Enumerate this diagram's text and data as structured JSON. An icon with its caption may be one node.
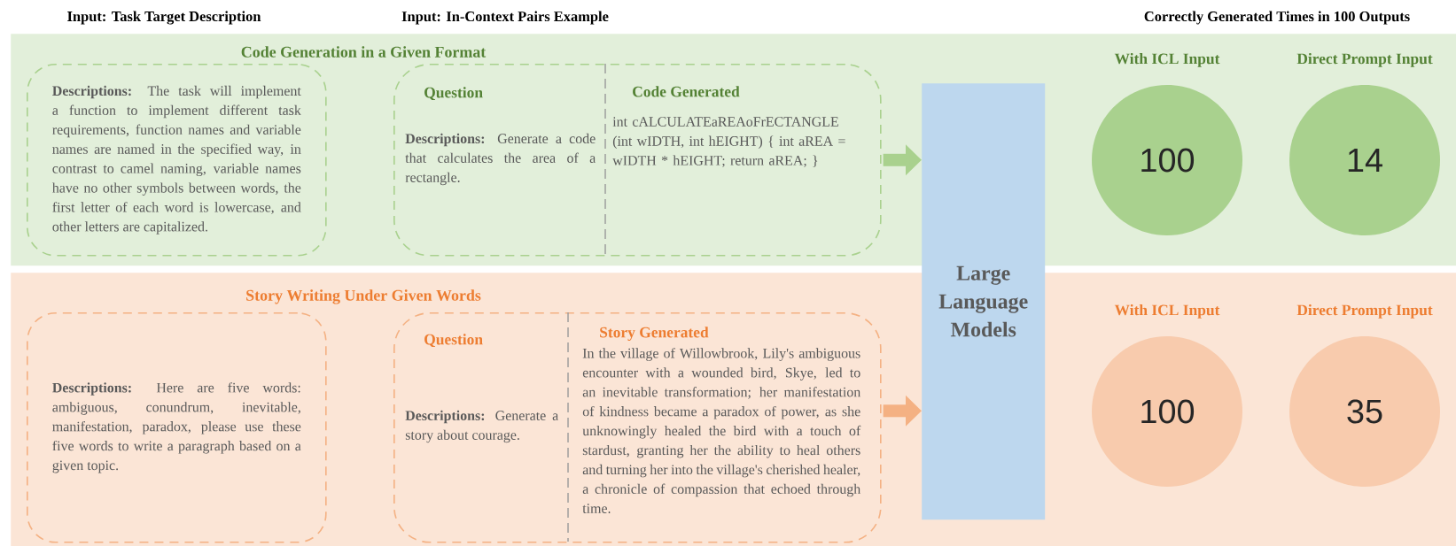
{
  "diagram": {
    "nodes": [
      {
        "text": [
          "Code Generation in a Given Format"
        ]
      },
      {
        "text": [
          "**Descriptions:** The task will implement a function to implement different task requirements, function names and variable names are named in the specified way, in contrast to camel naming, variable names have no other symbols between words, the first letter of each word is lowercase, and other letters are capitalized."
        ],
        "in": 0
      },
      {
        "text": [
          "Question",
          "**Descriptions:** Generate a code that calculates the area of a rectangle.",
          "Code Generated",
          "int cALCULATEaREAoFrECTANGLE (int wIDTH, int hEIGHT) { int aREA = wIDTH * hEIGHT; return aREA; }"
        ],
        "in": 0
      },
      {
        "text": [
          "Story Writing Under Given Words"
        ]
      },
      {
        "text": [
          "**Descriptions:** Here are five words: ambiguous, conundrum, inevitable, manifestation, paradox, please use these five words to write a paragraph based on a given topic."
        ],
        "in": 3
      },
      {
        "text": [
          "Question",
          "**Descriptions:** Generate a story about courage.",
          "Story Generated",
          "In the village of Willowbrook, Lily's ambiguous encounter with a wounded bird, Skye, led to an inevitable transformation; her manifestation of kindness became a paradox of power, as she unknowingly healed the bird with a touch of stardust, granting her the ability to heal others and turning her into the village's cherished healer, a chronicle of compassion that echoed through time."
        ],
        "in": 3
      },
      {
        "text": [
          "Large Language Models"
        ]
      },
      {
        "text": [
          "With ICL Input",
          "100"
        ],
        "in": 0
      },
      {
        "text": [
          "Direct Prompt Input",
          "14"
        ],
        "in": 0
      },
      {
        "text": [
          "With ICL Input",
          "100"
        ],
        "in": 3
      },
      {
        "text": [
          "Direct Prompt Input",
          "35"
        ],
        "in": 3
      }
    ],
    "edges": [
      {
        "from": 2,
        "to": 6,
        "arrow": "to",
        "color": "#a9d18e"
      },
      {
        "from": 5,
        "to": 6,
        "arrow": "to",
        "color": "#f4b183"
      }
    ],
    "labels": [
      "Input: Task Target Description",
      "Input: In-Context Pairs Example",
      "Correctly Generated Times in 100 Outputs"
    ]
  }
}
